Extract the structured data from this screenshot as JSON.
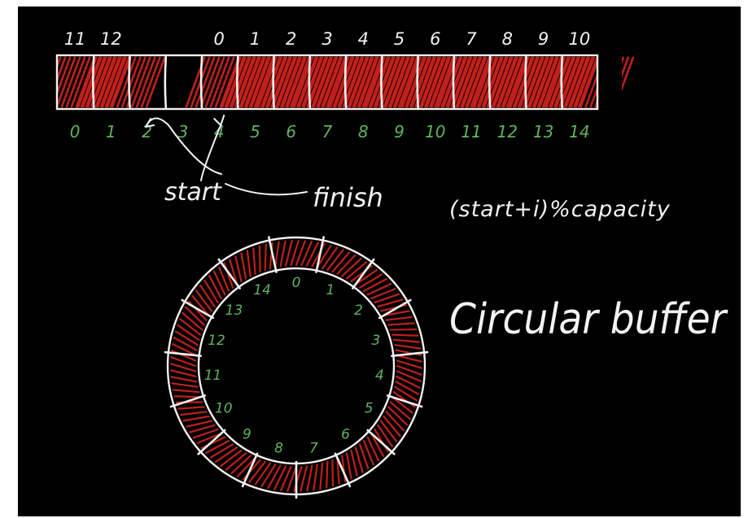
{
  "array_diagram": {
    "cell_count": 15,
    "top_labels": [
      "11",
      "12",
      "",
      "",
      "0",
      "1",
      "2",
      "3",
      "4",
      "5",
      "6",
      "7",
      "8",
      "9",
      "10"
    ],
    "bottom_labels": [
      "0",
      "1",
      "2",
      "3",
      "4",
      "5",
      "6",
      "7",
      "8",
      "9",
      "10",
      "11",
      "12",
      "13",
      "14"
    ],
    "filled": [
      true,
      true,
      false,
      false,
      true,
      true,
      true,
      true,
      true,
      true,
      true,
      true,
      true,
      true,
      true
    ],
    "start_label": "start",
    "finish_label": "finish",
    "start_index": 2,
    "finish_index": 4
  },
  "formula": "(start+i)%capacity",
  "title": "Circular buffer",
  "ring": {
    "labels": [
      "0",
      "1",
      "2",
      "3",
      "4",
      "5",
      "6",
      "7",
      "8",
      "9",
      "10",
      "11",
      "12",
      "13",
      "14"
    ]
  },
  "colors": {
    "background": "#000000",
    "chalk": "#f2f2f2",
    "fill": "#c0201c",
    "index": "#5fb35f"
  }
}
